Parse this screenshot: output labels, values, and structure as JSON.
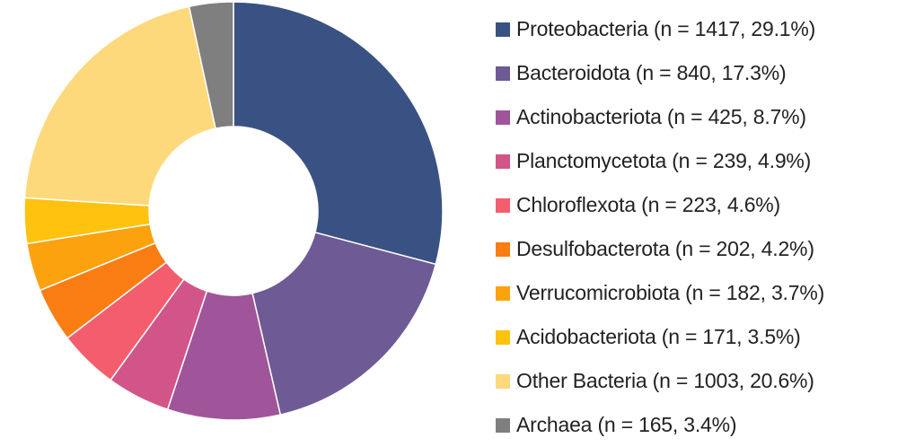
{
  "chart_data": {
    "type": "pie",
    "donut": true,
    "legend_position": "right",
    "slices": [
      {
        "label": "Proteobacteria (n = 1417, 29.1%)",
        "value": 29.1,
        "count": 1417,
        "color": "#3a5283"
      },
      {
        "label": "Bacteroidota (n = 840, 17.3%)",
        "value": 17.3,
        "count": 840,
        "color": "#6e5a95"
      },
      {
        "label": "Actinobacteriota (n = 425, 8.7%)",
        "value": 8.7,
        "count": 425,
        "color": "#a0559a"
      },
      {
        "label": "Planctomycetota (n = 239, 4.9%)",
        "value": 4.9,
        "count": 239,
        "color": "#d2558a"
      },
      {
        "label": "Chloroflexota (n = 223, 4.6%)",
        "value": 4.6,
        "count": 223,
        "color": "#f45d6e"
      },
      {
        "label": "Desulfobacterota (n = 202, 4.2%)",
        "value": 4.2,
        "count": 202,
        "color": "#f97d12"
      },
      {
        "label": "Verrucomicrobiota (n = 182, 3.7%)",
        "value": 3.7,
        "count": 182,
        "color": "#fba20e"
      },
      {
        "label": "Acidobacteriota (n = 171, 3.5%)",
        "value": 3.5,
        "count": 171,
        "color": "#ffc20e"
      },
      {
        "label": "Other Bacteria (n = 1003, 20.6%)",
        "value": 20.6,
        "count": 1003,
        "color": "#fdd97c"
      },
      {
        "label": "Archaea (n = 165, 3.4%)",
        "value": 3.4,
        "count": 165,
        "color": "#7f7f7f"
      }
    ]
  }
}
